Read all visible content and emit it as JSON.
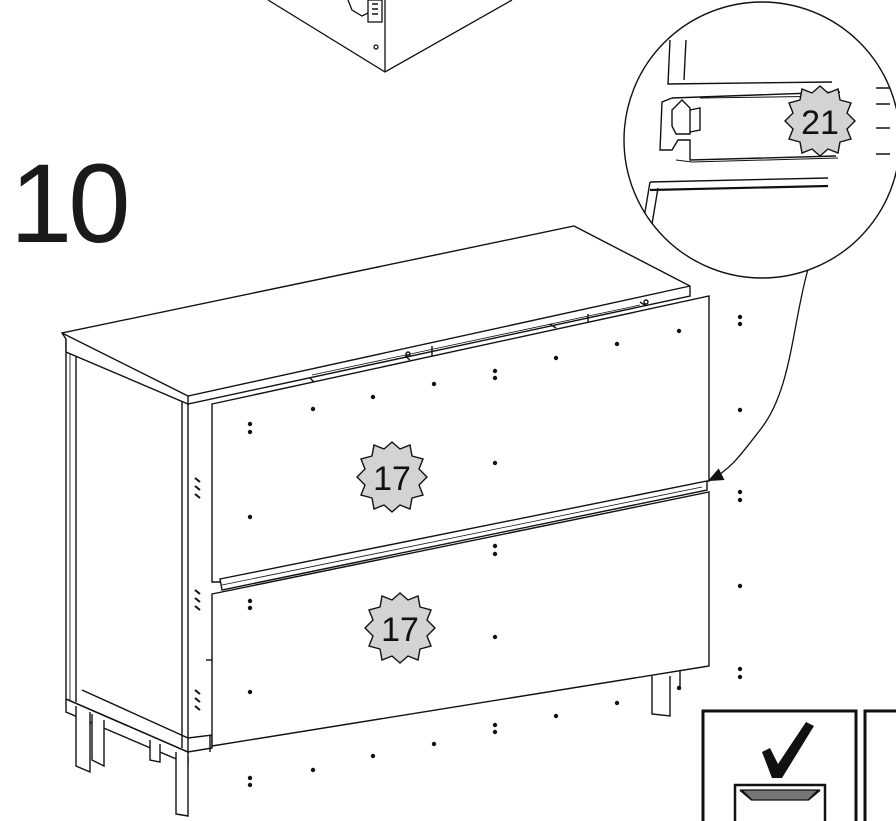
{
  "step": {
    "number": "10"
  },
  "parts": {
    "top_drawer_label": "17",
    "bottom_drawer_label": "17",
    "detail_label": "21"
  },
  "badge_color": "#d3d3d3",
  "line_color": "#111111",
  "icons": [
    "checkmark-icon",
    "magnifier-detail-icon"
  ]
}
